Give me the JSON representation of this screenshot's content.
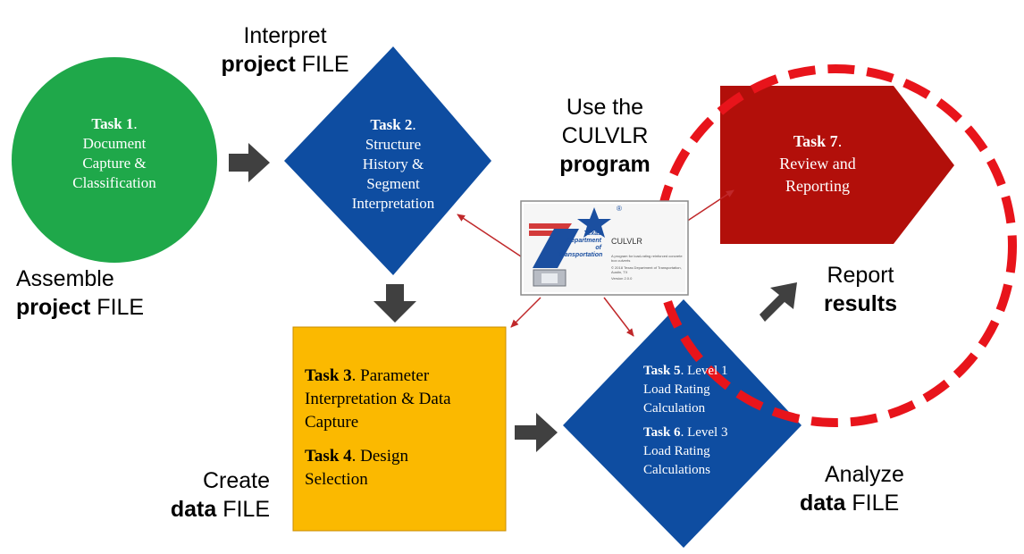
{
  "labels": {
    "assemble": {
      "line1": "Assemble",
      "line2_bold": "project",
      "line2_rest": " FILE"
    },
    "interpret": {
      "line1": "Interpret",
      "line2_bold": "project",
      "line2_rest": " FILE"
    },
    "use_program": {
      "line1": "Use the",
      "line2": "CULVLR",
      "line3_bold": "program"
    },
    "report": {
      "line1": "Report",
      "line2_bold": "results"
    },
    "create": {
      "line1": "Create",
      "line2_bold": "data",
      "line2_rest": " FILE"
    },
    "analyze": {
      "line1": "Analyze",
      "line2_bold": "data",
      "line2_rest": " FILE"
    }
  },
  "tasks": {
    "task1": {
      "head": "Task 1",
      "punct": ".",
      "lines": [
        "Document",
        "Capture &",
        "Classification"
      ]
    },
    "task2": {
      "head": "Task 2",
      "punct": ".",
      "lines": [
        "Structure",
        "History &",
        "Segment",
        "Interpretation"
      ]
    },
    "task3": {
      "head": "Task 3",
      "rest": ". Parameter",
      "lines": [
        "Interpretation & Data",
        "Capture"
      ]
    },
    "task4": {
      "head": "Task 4",
      "rest": ". Design",
      "lines": [
        "Selection"
      ]
    },
    "task5": {
      "head": "Task 5",
      "rest": ". Level 1",
      "lines": [
        "Load Rating",
        "Calculation"
      ]
    },
    "task6": {
      "head": "Task 6",
      "rest": ". Level 3",
      "lines": [
        "Load Rating",
        "Calculations"
      ]
    },
    "task7": {
      "head": "Task 7",
      "punct": ".",
      "lines": [
        "Review and",
        "Reporting"
      ]
    }
  },
  "program_window": {
    "agency_line1": "Texas",
    "agency_line2": "Department",
    "agency_line3": "of Transportation",
    "app_name": "CULVLR",
    "desc": "A program for load-rating reinforced concrete box culverts",
    "copyright": "© 2018 Texas Department of Transportation, Austin, TX",
    "version": "Version 2.0.0",
    "registered": "®"
  },
  "colors": {
    "task1": "#1fa84a",
    "task2": "#0e4da1",
    "task3": "#fbb900",
    "task5": "#0e4da1",
    "task7": "#b20f0a",
    "arrow": "#404040",
    "connector": "#c0282a",
    "dashed_circle": "#e8141b"
  }
}
